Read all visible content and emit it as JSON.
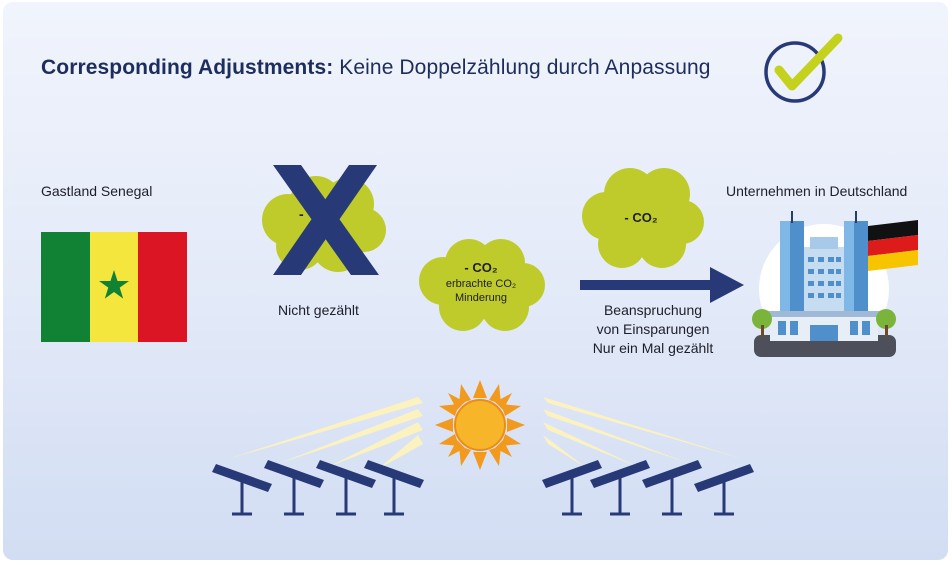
{
  "title": {
    "bold": "Corresponding Adjustments:",
    "rest": " Keine Doppelzählung durch Anpassung"
  },
  "host_country_label": "Gastland Senegal",
  "company_label": "Unternehmen in Deutschland",
  "not_counted_label": "Nicht gezählt",
  "crossed_cloud_text": "-",
  "center_cloud": {
    "line1": "- CO₂",
    "line2": "erbrachte CO₂",
    "line3": "Minderung"
  },
  "right_cloud_text": "- CO₂",
  "claim_text": {
    "line1": "Beanspruchung",
    "line2": "von Einsparungen",
    "line3": "Nur ein Mal gezählt"
  },
  "colors": {
    "navy": "#273a77",
    "cloud_green": "#bfcb2b",
    "check_yellow": "#c5d21d",
    "flag_senegal": [
      "#118233",
      "#f5e63d",
      "#dc1524",
      "#118233"
    ],
    "flag_germany": [
      "#111111",
      "#dd1b1b",
      "#f6c500"
    ],
    "sun": "#f7a823"
  },
  "icons": [
    "check-circle-icon",
    "senegal-flag",
    "cross-icon",
    "arrow-right-icon",
    "office-building-icon",
    "germany-flag",
    "sun-icon",
    "solar-panel-icon"
  ]
}
